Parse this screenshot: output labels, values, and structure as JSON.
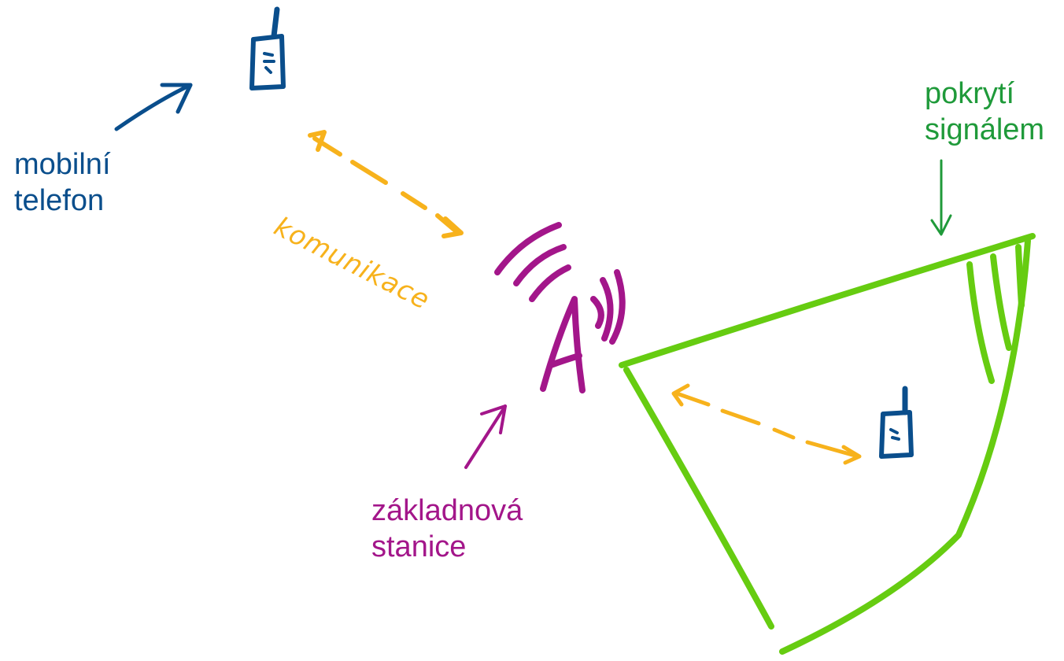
{
  "labels": {
    "mobile_phone": [
      "mobilní",
      "telefon"
    ],
    "base_station": [
      "základnová",
      "stanice"
    ],
    "coverage": [
      "pokrytí",
      "signálem"
    ],
    "communication": "komunikace"
  },
  "colors": {
    "phone": "#0a4e8c",
    "base_station": "#a3168a",
    "coverage_area": "#66cc11",
    "coverage_label": "#1f9a3a",
    "communication": "#f7b21c"
  },
  "icons": {
    "phone": "mobile-phone-icon",
    "base_station": "antenna-icon"
  }
}
